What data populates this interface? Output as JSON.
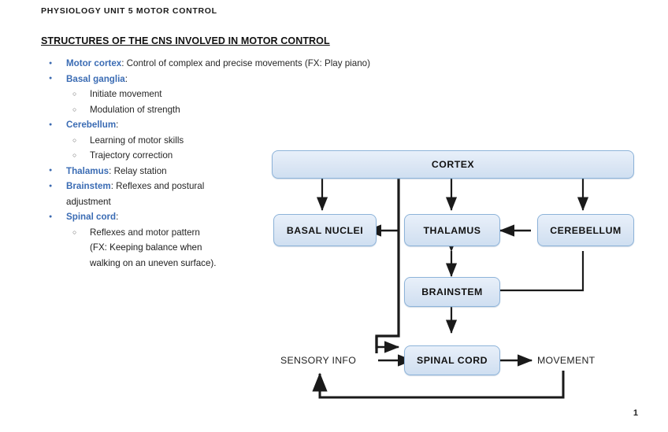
{
  "document": {
    "header": "PHYSIOLOGY UNIT 5 MOTOR CONTROL",
    "section_heading": "STRUCTURES OF THE CNS INVOLVED IN MOTOR CONTROL",
    "page_number": "1"
  },
  "notes": [
    {
      "level": 1,
      "term": "Motor cortex",
      "rest": ": Control of complex and precise movements (FX: Play piano)"
    },
    {
      "level": 1,
      "term": "Basal ganglia",
      "rest": ":"
    },
    {
      "level": 2,
      "term": "",
      "rest": "Initiate movement"
    },
    {
      "level": 2,
      "term": "",
      "rest": "Modulation of strength"
    },
    {
      "level": 1,
      "term": "Cerebellum",
      "rest": ":"
    },
    {
      "level": 2,
      "term": "",
      "rest": "Learning of motor skills"
    },
    {
      "level": 2,
      "term": "",
      "rest": "Trajectory correction"
    },
    {
      "level": 1,
      "term": "Thalamus",
      "rest": ": Relay station"
    },
    {
      "level": 1,
      "term": "Brainstem",
      "rest": ": Reflexes and postural"
    },
    {
      "level": 1,
      "term": "",
      "rest": "adjustment",
      "continuation": true
    },
    {
      "level": 1,
      "term": "Spinal cord",
      "rest": ":"
    },
    {
      "level": 2,
      "term": "",
      "rest": "Reflexes and motor pattern"
    },
    {
      "level": 2,
      "term": "",
      "rest": "(FX: Keeping balance when",
      "continuation": true
    },
    {
      "level": 2,
      "term": "",
      "rest": "walking on an uneven surface).",
      "continuation": true
    }
  ],
  "diagram": {
    "nodes": {
      "cortex": "CORTEX",
      "basal_nuclei": "BASAL NUCLEI",
      "thalamus": "THALAMUS",
      "cerebellum": "CEREBELLUM",
      "brainstem": "BRAINSTEM",
      "spinal_cord": "SPINAL CORD"
    },
    "labels": {
      "sensory_info": "SENSORY INFO",
      "movement": "MOVEMENT"
    },
    "colors": {
      "node_fill": "#dbe6f4",
      "node_border": "#8db3d9",
      "connector": "#1a1a1a"
    }
  },
  "theme": {
    "accent_blue": "#3b6cb4",
    "text": "#262626",
    "background": "#ffffff"
  }
}
